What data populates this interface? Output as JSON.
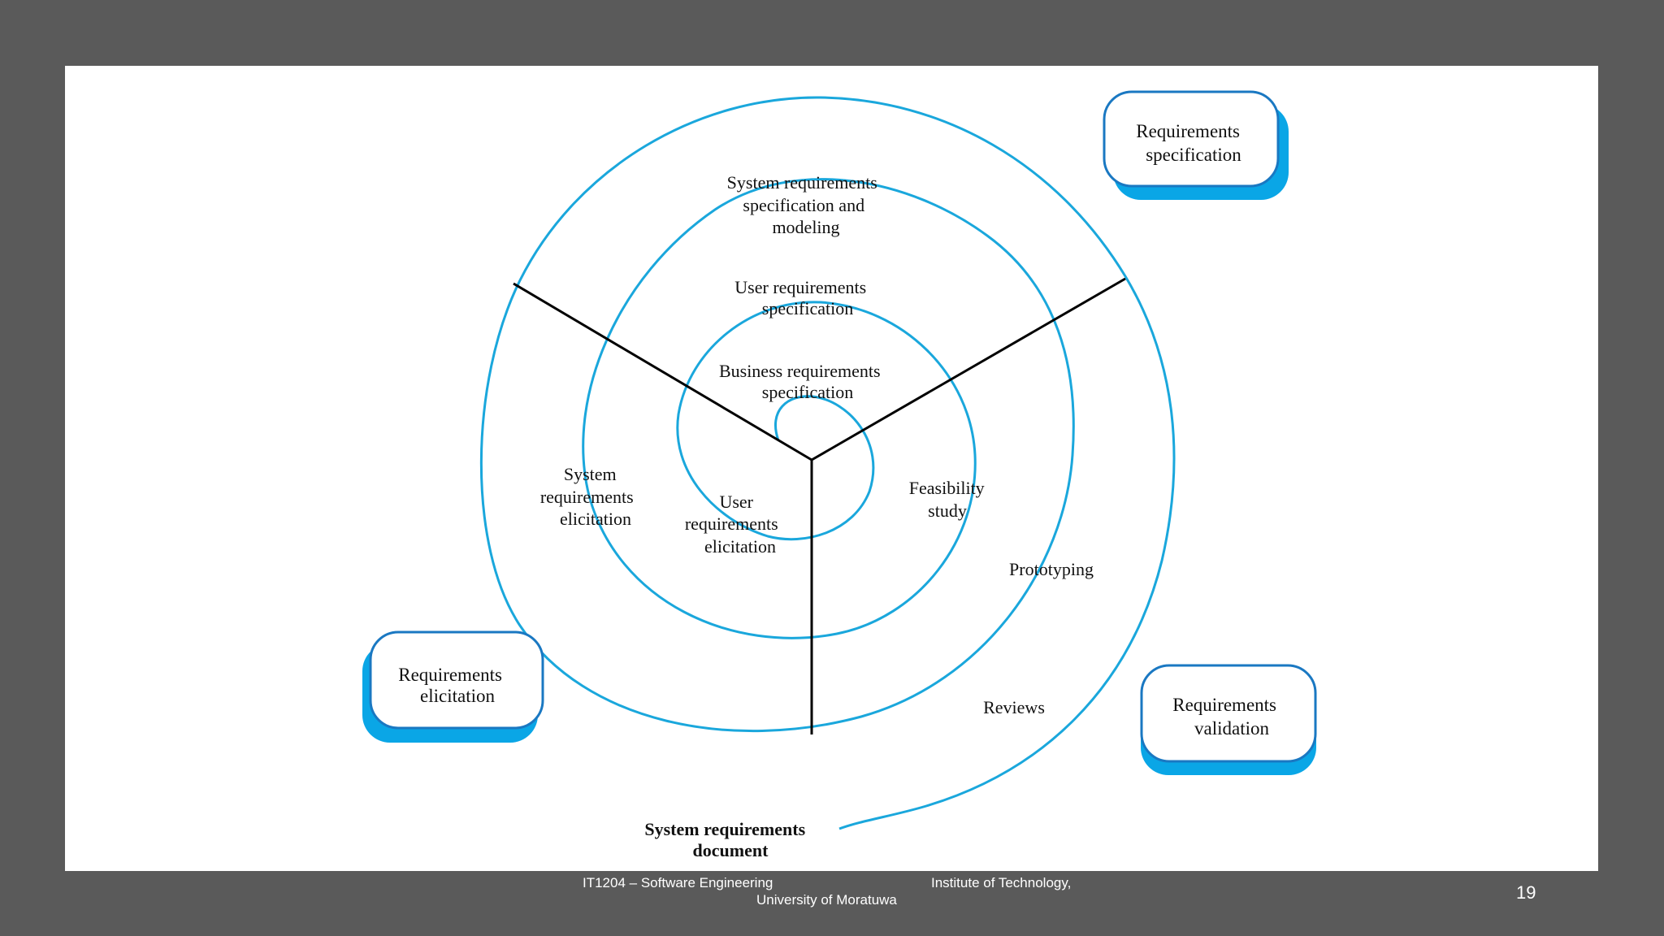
{
  "diagram": {
    "labels": {
      "sys_spec_l1": "System requirements",
      "sys_spec_l2": "specification and",
      "sys_spec_l3": "modeling",
      "user_spec_l1": "User requirements",
      "user_spec_l2": "specification",
      "biz_spec_l1": "Business requirements",
      "biz_spec_l2": "specification",
      "sys_elic_l1": "System",
      "sys_elic_l2": "requirements",
      "sys_elic_l3": "elicitation",
      "user_elic_l1": "User",
      "user_elic_l2": "requirements",
      "user_elic_l3": "elicitation",
      "feas_l1": "Feasibility",
      "feas_l2": "study",
      "prototyping": "Prototyping",
      "reviews": "Reviews",
      "doc_l1": "System requirements",
      "doc_l2": "document"
    },
    "boxes": {
      "req_spec_l1": "Requirements",
      "req_spec_l2": "specification",
      "req_elic_l1": "Requirements",
      "req_elic_l2": "elicitation",
      "req_val_l1": "Requirements",
      "req_val_l2": "validation"
    },
    "colors": {
      "spiral": "#1aa7dc",
      "box_shadow": "#0aa6e6",
      "box_border": "#1a78c2",
      "axis": "#000000"
    }
  },
  "footer": {
    "course": "IT1204 – Software Engineering",
    "institute": "Institute of Technology,",
    "university": "University of Moratuwa",
    "page_number": "19"
  }
}
